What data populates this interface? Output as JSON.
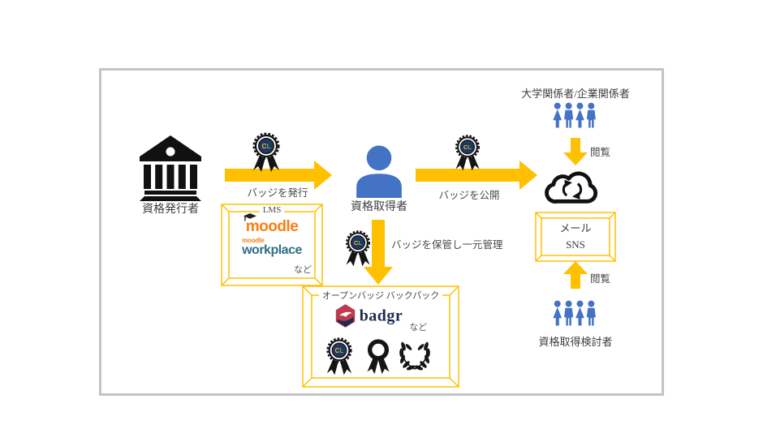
{
  "diagram": {
    "issuer_label": "資格発行者",
    "holder_label": "資格取得者",
    "viewers_top_label": "大学関係者/企業関係者",
    "viewers_bottom_label": "資格取得検討者",
    "flow_issue": "バッジを発行",
    "flow_publish": "バッジを公開",
    "flow_store": "バッジを保管し一元管理",
    "view_top": "閲覧",
    "view_bottom": "閲覧"
  },
  "lms_box": {
    "title": "LMS",
    "moodle_wordmark": "moodle",
    "workplace_wordmark_small": "moodle",
    "workplace_wordmark": "workplace",
    "etc": "など"
  },
  "backpack_box": {
    "title": "オープンバッジ バックパック",
    "badgr_wordmark": "badgr",
    "etc": "など"
  },
  "channel_box": {
    "mail": "メール",
    "sns": "SNS"
  },
  "badge": {
    "letters": [
      "C",
      "L"
    ]
  },
  "colors": {
    "arrow_gold": "#FFC000",
    "person_blue": "#4472C4",
    "badge_navy": "#203864",
    "moodle_orange": "#F88012",
    "workplace_teal": "#2E7086",
    "badgr_red": "#BE3A4E",
    "badgr_navy": "#1E2B4F",
    "frame_gray": "#C3C3C3"
  },
  "icons": {
    "issuer": "bank-icon",
    "holder": "person-icon",
    "open_badge": "open-badge-cl-icon",
    "cloud": "cloud-sync-icon",
    "viewers": "people-group-icon",
    "award": "award-ribbon-icon",
    "laurel": "laurel-wreath-icon"
  }
}
